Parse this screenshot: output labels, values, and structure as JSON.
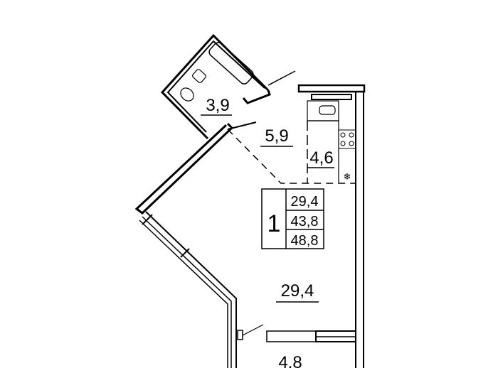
{
  "plan": {
    "rooms": {
      "bathroom_area": "3,9",
      "hallway_area": "5,9",
      "kitchen_area": "4,6",
      "living_area": "29,4",
      "balcony_area": "4,8"
    },
    "summary": {
      "rooms_count": "1",
      "living_area": "29,4",
      "total_area": "43,8",
      "total_with_balcony": "48,8"
    }
  }
}
